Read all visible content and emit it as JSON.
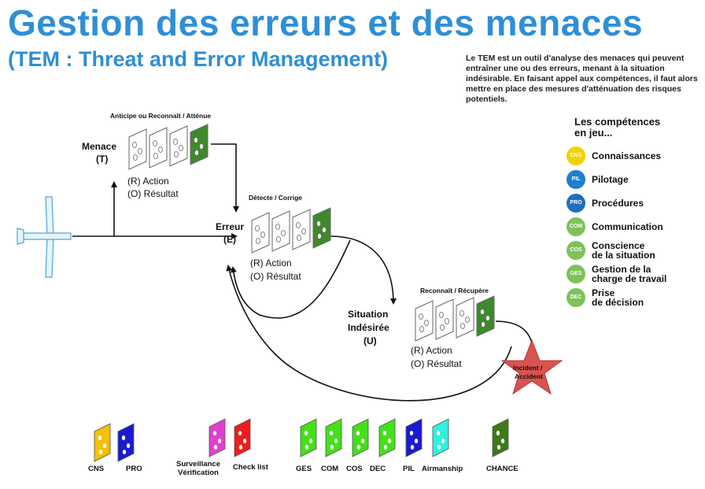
{
  "header": {
    "title": "Gestion des erreurs et des menaces",
    "subtitle": "(TEM : Threat and Error Management)",
    "intro": "Le TEM est un outil d'analyse des menaces qui peuvent entraîner une ou des erreurs, menant à la situation indésirable. En faisant appel aux compétences, il faut alors mettre en place des mesures d'atténuation des risques potentiels."
  },
  "diagram": {
    "menace": {
      "line1": "Menace",
      "line2": "(T)",
      "caption": "Anticipe ou Reconnaît / Atténue",
      "action": "(R) Action",
      "result": "(O) Résultat"
    },
    "erreur": {
      "line1": "Erreur",
      "line2": "(E)",
      "caption": "Détecte / Corrige",
      "action": "(R) Action",
      "result": "(O) Résultat"
    },
    "situation": {
      "line1": "Situation",
      "line2": "Indésirée",
      "line3": "(U)",
      "caption": "Reconnaît / Récupère",
      "action": "(R) Action",
      "result": "(O) Résultat"
    },
    "incident": {
      "line1": "Incident /",
      "line2": "Accident"
    }
  },
  "legend": {
    "title_line1": "Les compétences",
    "title_line2": "en jeu...",
    "items": [
      {
        "code": "CNS",
        "label_line1": "Connaissances",
        "label_line2": "",
        "color": "#f5d000"
      },
      {
        "code": "PIL",
        "label_line1": "Pilotage",
        "label_line2": "",
        "color": "#1f7fd0"
      },
      {
        "code": "PRO",
        "label_line1": "Procédures",
        "label_line2": "",
        "color": "#1f6fc0"
      },
      {
        "code": "COM",
        "label_line1": "Communication",
        "label_line2": "",
        "color": "#7dc25a"
      },
      {
        "code": "COS",
        "label_line1": "Conscience",
        "label_line2": "de la situation",
        "color": "#7dc25a"
      },
      {
        "code": "GES",
        "label_line1": "Gestion de la",
        "label_line2": "charge de travail",
        "color": "#7dc25a"
      },
      {
        "code": "DEC",
        "label_line1": "Prise",
        "label_line2": "de décision",
        "color": "#7dc25a"
      }
    ]
  },
  "cards": {
    "cns": {
      "label": "CNS",
      "color": "#f5c000"
    },
    "pro": {
      "label": "PRO",
      "color": "#1a1ad0"
    },
    "surveillance": {
      "line1": "Surveillance",
      "line2": "Vérification",
      "color": "#e040d0"
    },
    "checklist": {
      "label": "Check list",
      "color": "#ee1c1c"
    },
    "ges": {
      "label": "GES",
      "color": "#44e01a"
    },
    "com": {
      "label": "COM",
      "color": "#44e01a"
    },
    "cos": {
      "label": "COS",
      "color": "#44e01a"
    },
    "dec": {
      "label": "DEC",
      "color": "#44e01a"
    },
    "pil": {
      "label": "PIL",
      "color": "#1a1ad0"
    },
    "airmanship": {
      "label": "Airmanship",
      "color": "#30f0e0"
    },
    "chance": {
      "label": "CHANCE",
      "color": "#3d7a1a"
    }
  }
}
